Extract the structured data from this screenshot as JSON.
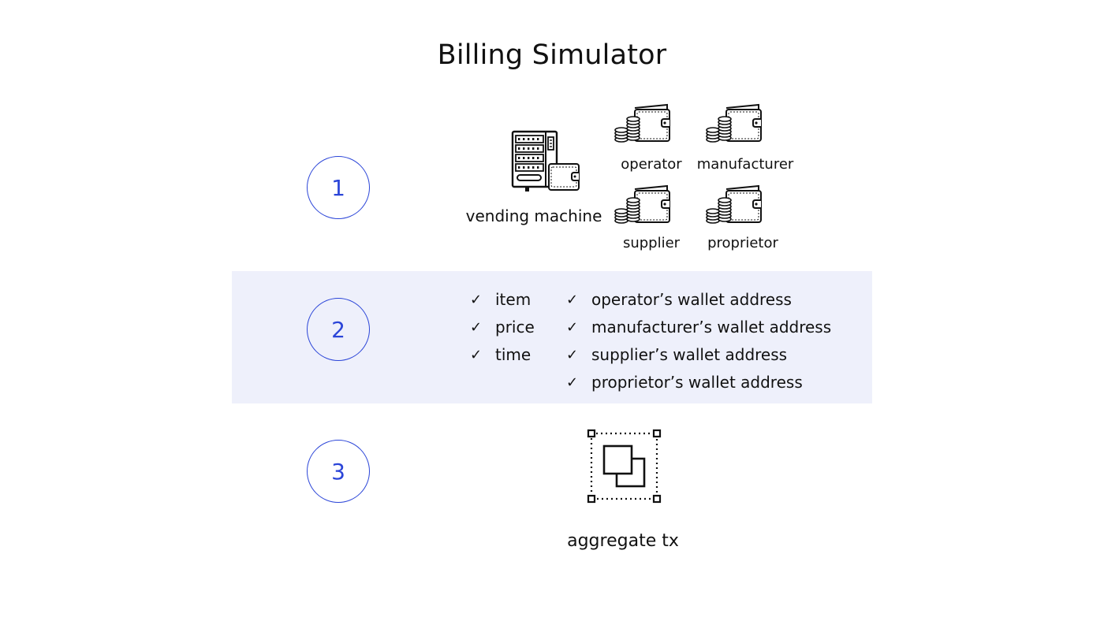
{
  "title": "Billing Simulator",
  "colors": {
    "accent": "#2b45d8",
    "band_background": "#eef0fb",
    "ink": "#111111"
  },
  "steps": [
    {
      "number": "1"
    },
    {
      "number": "2"
    },
    {
      "number": "3"
    }
  ],
  "step1": {
    "vending_machine": {
      "label": "vending machine",
      "icon": "vending-machine-icon"
    },
    "wallets": [
      {
        "label": "operator",
        "icon": "coin-wallet-icon"
      },
      {
        "label": "manufacturer",
        "icon": "coin-wallet-icon"
      },
      {
        "label": "supplier",
        "icon": "coin-wallet-icon"
      },
      {
        "label": "proprietor",
        "icon": "coin-wallet-icon"
      }
    ]
  },
  "step2": {
    "check_symbol": "✓",
    "left_items": [
      "item",
      "price",
      "time"
    ],
    "right_items": [
      "operator’s wallet address",
      "manufacturer’s wallet address",
      "supplier’s wallet address",
      "proprietor’s wallet address"
    ]
  },
  "step3": {
    "label": "aggregate tx",
    "icon": "aggregate-tx-icon"
  }
}
